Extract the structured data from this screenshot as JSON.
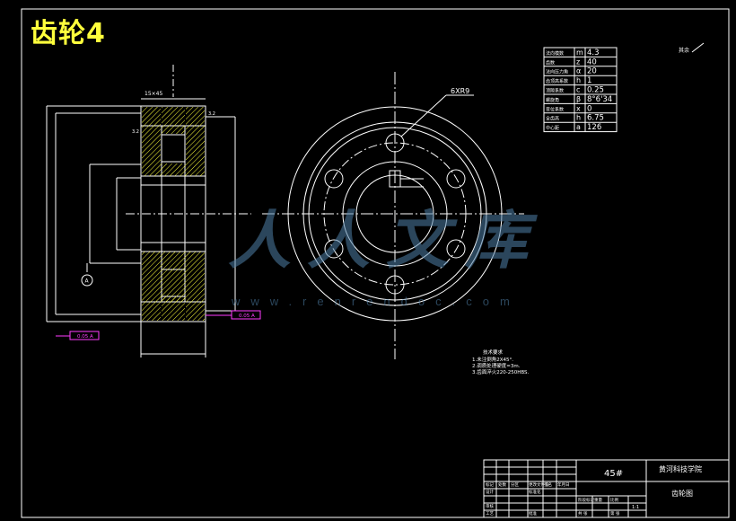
{
  "sheet_title": "齿轮4",
  "colors": {
    "background": "#000000",
    "lines": "#ffffff",
    "frame": "#ffffff",
    "hatch": "#ffff3c",
    "leader": "#ff3cff",
    "watermark": "#4f7fa8"
  },
  "top_right_note": "其余",
  "params": [
    {
      "name": "法向模数",
      "sym": "m",
      "val": "4.3"
    },
    {
      "name": "齿数",
      "sym": "z",
      "val": "40"
    },
    {
      "name": "法向压力角",
      "sym": "α",
      "val": "20"
    },
    {
      "name": "齿顶高系数",
      "sym": "h",
      "val": "1"
    },
    {
      "name": "顶隙系数",
      "sym": "c",
      "val": "0.25"
    },
    {
      "name": "螺旋角",
      "sym": "β",
      "val": "8°6'34"
    },
    {
      "name": "变位系数",
      "sym": "x",
      "val": "0"
    },
    {
      "name": "全齿高",
      "sym": "h",
      "val": "6.75"
    },
    {
      "name": "中心距",
      "sym": "a",
      "val": "126"
    }
  ],
  "dims": {
    "chamfer": "15×45",
    "bore_holes": "6XR9",
    "datum": "A",
    "tol_right": "0.05 A",
    "tol_bottom": "0.05 A",
    "rough": "3.2"
  },
  "notes": {
    "heading": "技术要求",
    "lines": [
      "1.未注倒角2X45°.",
      "2.调质处理硬度=3m.",
      "3.齿面淬火220-250HBS."
    ]
  },
  "title_block": {
    "material": "45#",
    "school": "黄河科技学院",
    "drawing_name": "齿轮图",
    "cells": [
      "标记",
      "处数",
      "分区",
      "更改文件号",
      "签名",
      "年月日",
      "设计",
      "标准化",
      "审核",
      "工艺",
      "批准",
      "阶段标记",
      "重量",
      "比例",
      "共 张",
      "第 张"
    ],
    "scale": "1:1"
  },
  "watermark": {
    "text": "人人文库",
    "url": "www.renrendoc.com"
  }
}
